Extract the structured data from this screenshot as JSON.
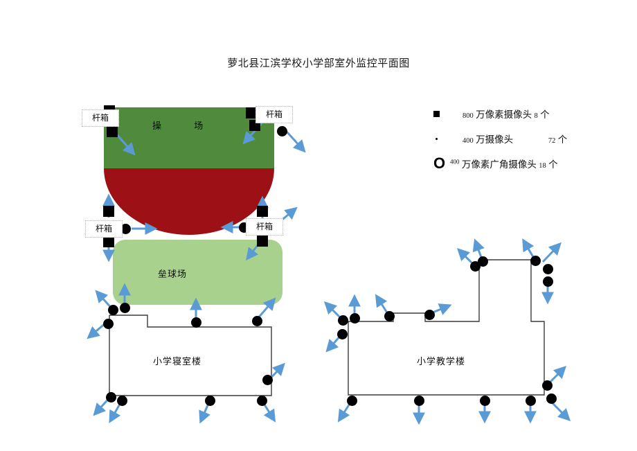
{
  "document": {
    "title": "萝北县江滨学校小学部室外监控平面图"
  },
  "legend": {
    "rows": [
      {
        "symbol": "filled-square",
        "count_prefix": "800",
        "label": "万像素摄像头",
        "quantity": "8",
        "unit": "个"
      },
      {
        "symbol": "small-dot",
        "count_prefix": "400",
        "label": "万摄像头",
        "quantity": "72",
        "unit": "个"
      },
      {
        "symbol": "ring-O",
        "count_prefix": "400",
        "label": "万像素广角摄像头",
        "quantity": "18",
        "unit": "个"
      }
    ]
  },
  "plan": {
    "areas": [
      {
        "id": "playground",
        "label": "操 场",
        "color_green": "#4f8a3d",
        "color_red": "#9d1015"
      },
      {
        "id": "softball",
        "label": "垒球场",
        "color": "#a9d18e"
      },
      {
        "id": "dormitory",
        "label": "小学寝室楼"
      },
      {
        "id": "teaching",
        "label": "小学教学楼"
      }
    ],
    "pole_boxes": [
      {
        "id": "pole-box-top-left",
        "label": "杆箱"
      },
      {
        "id": "pole-box-top-right",
        "label": "杆箱"
      },
      {
        "id": "pole-box-bottom-left",
        "label": "杆箱"
      },
      {
        "id": "pole-box-bottom-right",
        "label": "杆箱"
      }
    ],
    "arrow_color": "#5b9bd5"
  }
}
